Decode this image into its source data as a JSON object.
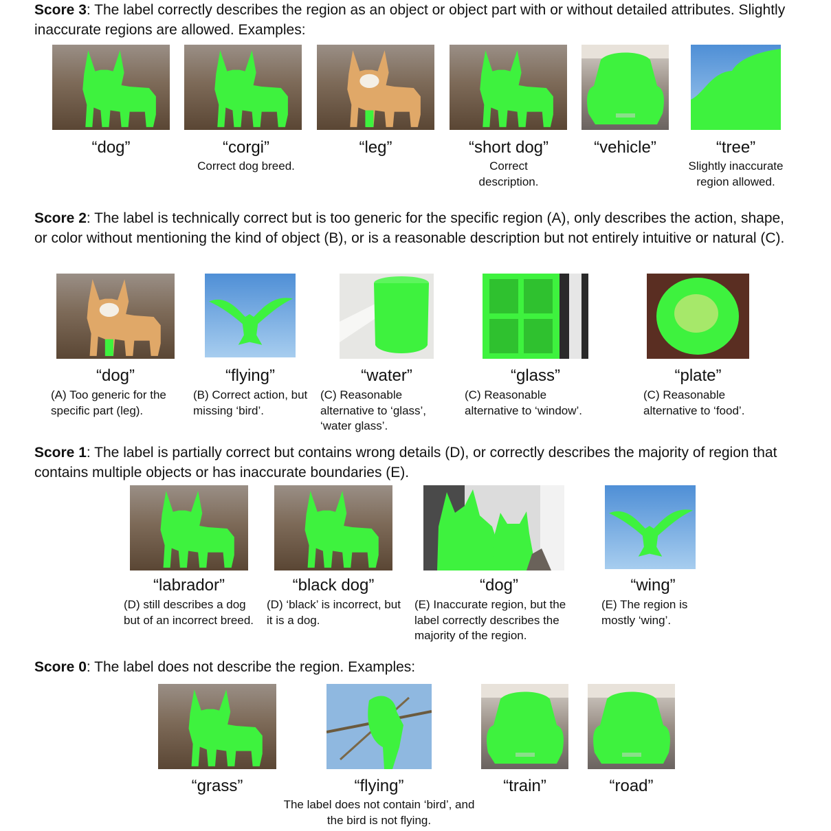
{
  "sections": {
    "s3": {
      "heading": "Score 3",
      "text": ": The label correctly describes the region as an object or object part with or without detailed attributes. Slightly inaccurate regions are allowed. Examples:",
      "items": [
        {
          "label": "“dog”",
          "note": ""
        },
        {
          "label": "“corgi”",
          "note": "Correct dog breed."
        },
        {
          "label": "“leg”",
          "note": ""
        },
        {
          "label": "“short dog”",
          "note": "Correct description."
        },
        {
          "label": "“vehicle”",
          "note": ""
        },
        {
          "label": "“tree”",
          "note": "Slightly inaccurate region allowed."
        }
      ]
    },
    "s2": {
      "heading": "Score 2",
      "text": ": The label is technically correct but is too generic for the specific region (A), only describes the action, shape, or color without mentioning the kind of object (B), or is a reasonable description but not entirely intuitive or natural (C).",
      "items": [
        {
          "label": "“dog”",
          "note": "(A) Too generic for the specific part (leg)."
        },
        {
          "label": "“flying”",
          "note": "(B) Correct action, but missing ‘bird’."
        },
        {
          "label": "“water”",
          "note": "(C) Reasonable alternative to ‘glass’, ‘water glass’."
        },
        {
          "label": "“glass”",
          "note": "(C) Reasonable alternative to ‘window’."
        },
        {
          "label": "“plate”",
          "note": "(C) Reasonable alternative to ‘food’."
        }
      ]
    },
    "s1": {
      "heading": "Score 1",
      "text": ": The label is partially correct but contains wrong details (D), or correctly describes the majority of region that contains multiple objects or has inaccurate boundaries (E).",
      "items": [
        {
          "label": "“labrador”",
          "note": "(D) still describes a dog but of an incorrect breed."
        },
        {
          "label": "“black dog”",
          "note": "(D) ‘black’ is incorrect, but it is a dog."
        },
        {
          "label": "“dog”",
          "note": "(E) Inaccurate region, but the label correctly describes the majority of the region."
        },
        {
          "label": "“wing”",
          "note": "(E) The region is mostly ‘wing’."
        }
      ]
    },
    "s0": {
      "heading": "Score 0",
      "text": ": The label does not describe the region. Examples:",
      "items": [
        {
          "label": "“grass”",
          "note": ""
        },
        {
          "label": "“flying”",
          "note": "The label does not contain ‘bird’, and the bird is not flying."
        },
        {
          "label": "“train”",
          "note": ""
        },
        {
          "label": "“road”",
          "note": ""
        }
      ]
    }
  },
  "colors": {
    "mask": "#3ef23e",
    "text": "#111111"
  }
}
